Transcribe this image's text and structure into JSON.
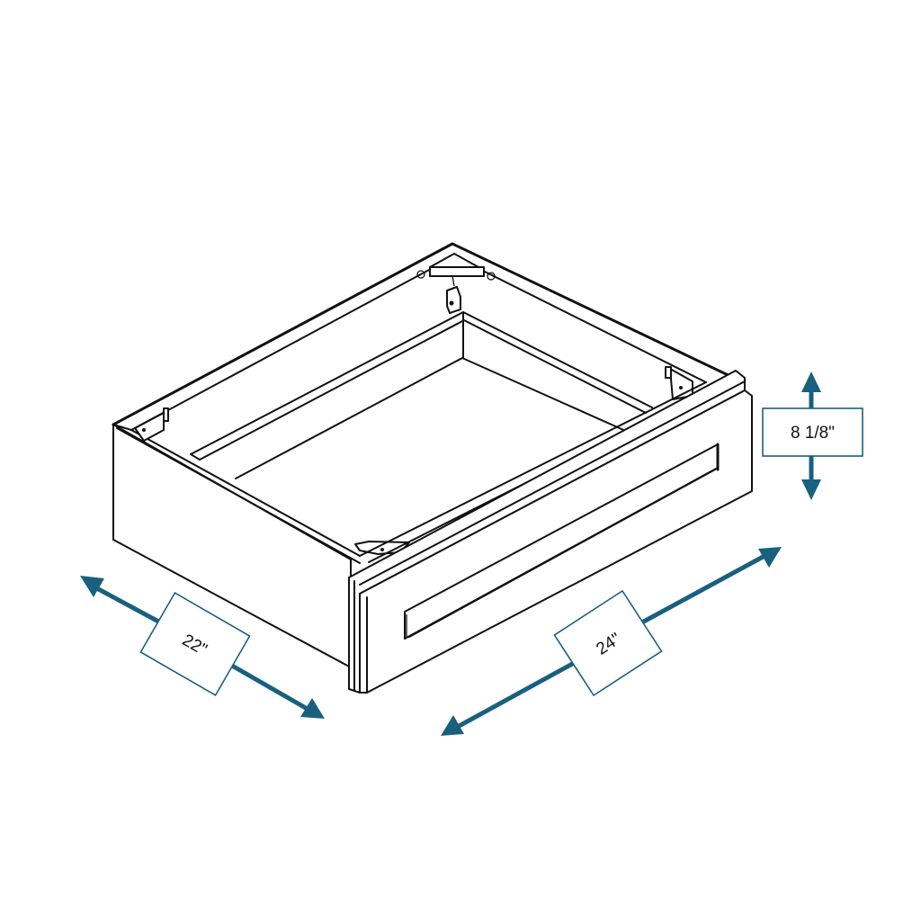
{
  "diagram": {
    "subject": "Drawer base box with recessed-panel drawer front",
    "colors": {
      "outline": "#111111",
      "dimension": "#19607f",
      "background": "#ffffff"
    },
    "dimensions": {
      "height": {
        "label": "8 1/8\"",
        "axis": "vertical"
      },
      "depth": {
        "label": "22\"",
        "axis": "left-diagonal"
      },
      "width": {
        "label": "24\"",
        "axis": "right-diagonal"
      }
    }
  }
}
